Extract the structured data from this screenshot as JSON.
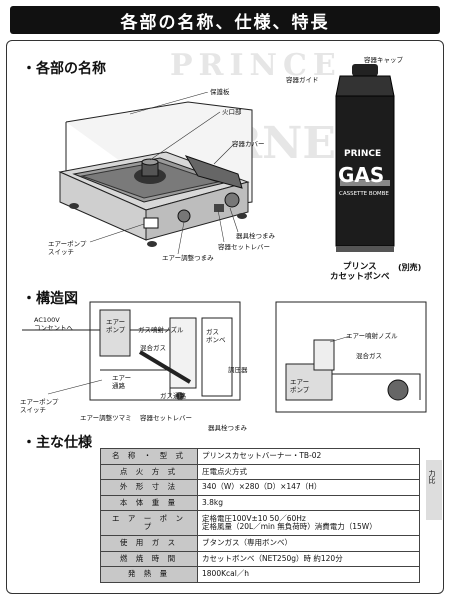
{
  "header": {
    "title": "各部の名称、仕様、特長"
  },
  "sections": {
    "names": "・各部の名称",
    "structure": "・構造図",
    "specs": "・主な仕様"
  },
  "watermark": {
    "line1": "PRINCE",
    "line2": "BURNER"
  },
  "stove_labels": {
    "guard": "保護板",
    "burner": "火口部",
    "container_cover": "容器カバー",
    "air_pump_switch": "エアーポンプ\nスイッチ",
    "air_adjust": "エアー調整つまみ",
    "valve_knob": "器具栓つまみ",
    "set_lever": "容器セットレバー"
  },
  "can": {
    "cap_label": "容器キャップ",
    "guide_label": "容器ガイド",
    "brand": "PRINCE",
    "product": "GAS",
    "subtitle": "CASSETTE BOMBE",
    "caption": "プリンス\nカセットボンベ",
    "note": "(別売)"
  },
  "structure_labels": {
    "ac": "AC100V\nコンセントへ",
    "air_pump": "エアー\nポンプ",
    "nozzle": "ガス噴射ノズル",
    "mixed_gas": "混合ガス",
    "gas_bombe": "ガス\nボンベ",
    "air_pipe": "エアー\n通路",
    "gas_pipe": "ガス通路",
    "regulator": "調圧器",
    "pump_switch": "エアーポンプ\nスイッチ",
    "air_knob": "エアー調整ツマミ",
    "set_lever": "容器セットレバー",
    "valve_knob": "器具栓つまみ",
    "air_nozzle": "エアー噴射ノズル",
    "mixed_gas2": "混合ガス",
    "air_pump2": "エアー\nポンプ"
  },
  "specs": [
    {
      "key": "名 称 ・ 型 式",
      "value": "プリンスカセットバーナー・TB-02"
    },
    {
      "key": "点 火 方 式",
      "value": "圧電点火方式"
    },
    {
      "key": "外 形 寸 法",
      "value": "340（W）×280（D）×147（H）"
    },
    {
      "key": "本 体 重 量",
      "value": "3.8kg"
    },
    {
      "key": "エ ア ー ポ ン プ",
      "value": "定格電圧100V±10 50／60Hz\n定格風量（20L／min 無負荷時）消費電力（15W）"
    },
    {
      "key": "使 用 ガ ス",
      "value": "ブタンガス（専用ボンベ）"
    },
    {
      "key": "燃 焼 時 間",
      "value": "カセットボンベ（NET250g）時 約120分"
    },
    {
      "key": "発 熱 量",
      "value": "1800Kcal／h"
    }
  ],
  "right_strip": {
    "text": "力比"
  }
}
